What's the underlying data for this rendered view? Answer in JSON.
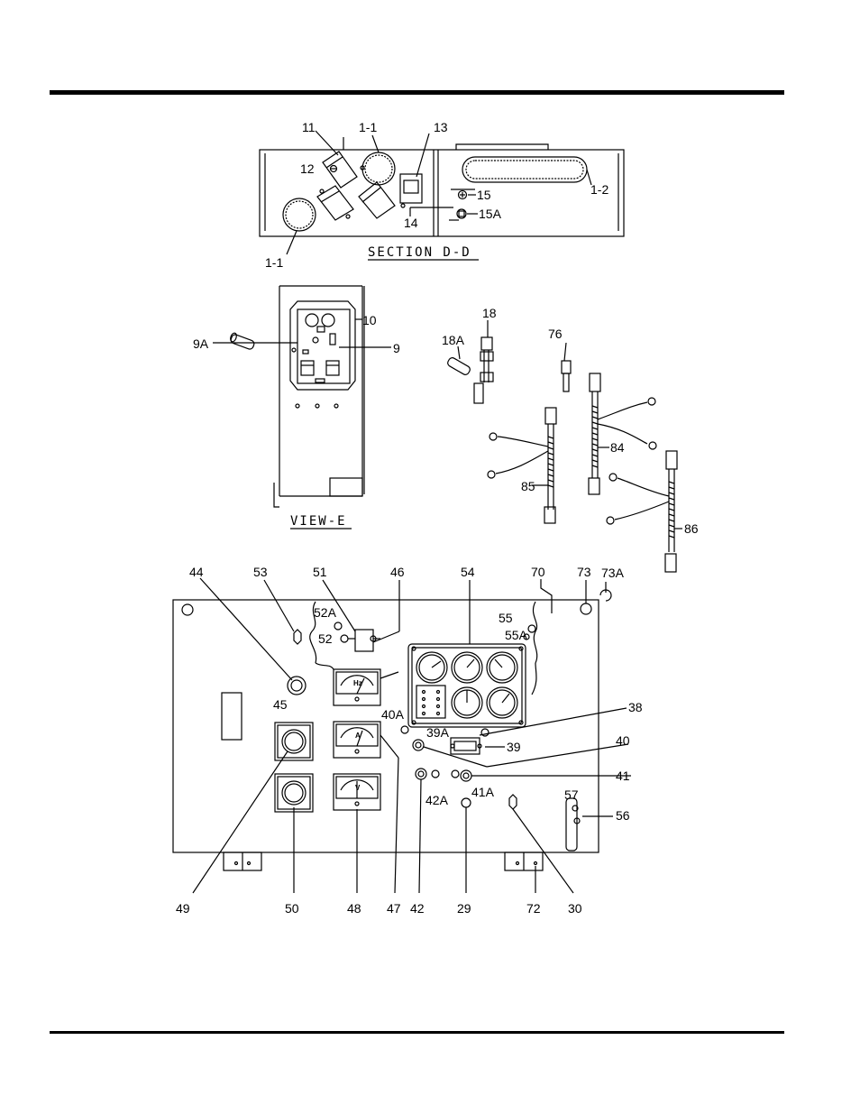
{
  "sections": {
    "section_dd": "SECTION D-D",
    "view_e": "VIEW-E"
  },
  "callouts": {
    "c11": "11",
    "c1_1_top": "1-1",
    "c13": "13",
    "c12": "12",
    "c1_2": "1-2",
    "c15": "15",
    "c15A": "15A",
    "c14": "14",
    "c1_1_bottom": "1-1",
    "c10": "10",
    "c9A": "9A",
    "c9": "9",
    "c18": "18",
    "c18A": "18A",
    "c76": "76",
    "c84": "84",
    "c85": "85",
    "c86": "86",
    "c44": "44",
    "c53": "53",
    "c51": "51",
    "c46": "46",
    "c54": "54",
    "c70": "70",
    "c73": "73",
    "c73A": "73A",
    "c52A": "52A",
    "c52": "52",
    "c55": "55",
    "c55A": "55A",
    "c45": "45",
    "c38": "38",
    "c40A": "40A",
    "c39A": "39A",
    "c39": "39",
    "c40": "40",
    "c41": "41",
    "c42A": "42A",
    "c41A": "41A",
    "c57": "57",
    "c56": "56",
    "c49": "49",
    "c50": "50",
    "c48": "48",
    "c47": "47",
    "c42": "42",
    "c29": "29",
    "c72": "72",
    "c30": "30"
  },
  "meter_labels": {
    "hz": "Hz",
    "amp": "A",
    "volt": "V"
  }
}
